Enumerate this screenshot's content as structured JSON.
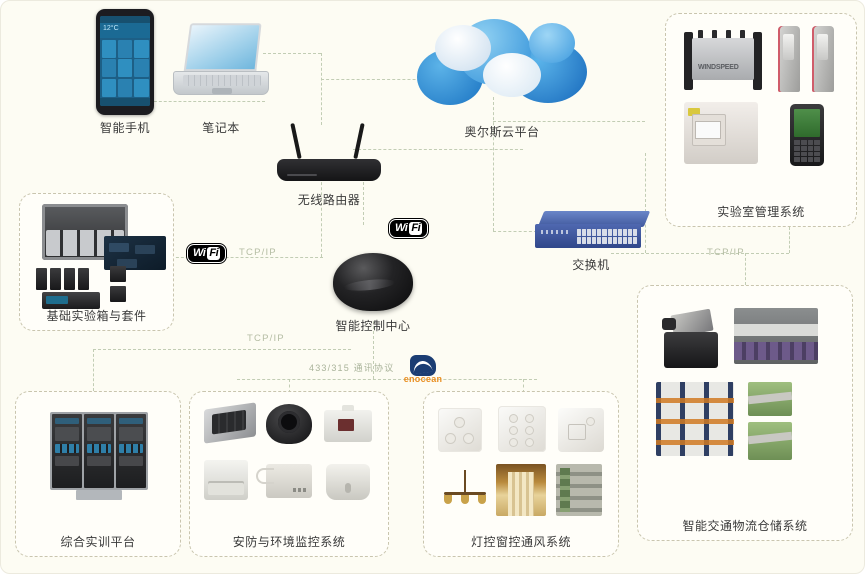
{
  "diagram": {
    "title": "IoT Smart Lab Network Topology",
    "background_color": "#fdfcf3",
    "line_color": "#c2cdb4"
  },
  "nodes": {
    "smartphone": {
      "label": "智能手机",
      "icon": "smartphone-icon",
      "screen_temp": "12°C"
    },
    "laptop": {
      "label": "笔记本",
      "icon": "laptop-icon"
    },
    "cloud": {
      "label": "奥尔斯云平台",
      "icon": "cloud-icon"
    },
    "router": {
      "label": "无线路由器",
      "icon": "wireless-router-icon"
    },
    "switch": {
      "label": "交换机",
      "icon": "network-switch-icon"
    },
    "control_center": {
      "label": "智能控制中心",
      "icon": "smart-control-center-icon"
    }
  },
  "groups": {
    "experiment_kit": {
      "label": "基础实验箱与套件"
    },
    "lab_management": {
      "label": "实验室管理系统",
      "device_brand": "WINDSPEED"
    },
    "training_platform": {
      "label": "综合实训平台"
    },
    "security_monitor": {
      "label": "安防与环境监控系统"
    },
    "lighting_control": {
      "label": "灯控窗控通风系统"
    },
    "logistics": {
      "label": "智能交通物流仓储系统"
    }
  },
  "protocols": {
    "wifi_badge": {
      "part1": "Wi",
      "part2": "Fi"
    },
    "tcpip": "TCP/IP",
    "rf": "433/315 通讯协议",
    "enocean": "enocean",
    "enocean_color": "#e98f22"
  }
}
